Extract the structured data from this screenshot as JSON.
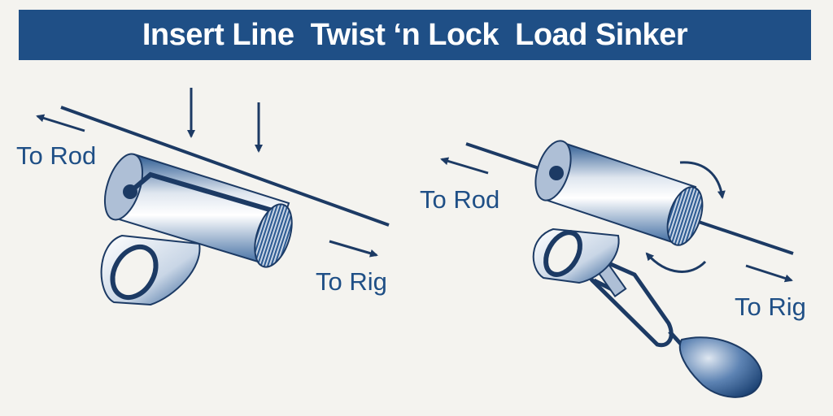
{
  "banner": {
    "title": "Insert Line  Twist ‘n Lock  Load Sinker"
  },
  "panel_left": {
    "label_rod": "To Rod",
    "label_rig": "To Rig"
  },
  "panel_right": {
    "label_rod": "To Rod",
    "label_rig": "To Rig"
  },
  "colors": {
    "brand_blue": "#1f4f86",
    "line_navy": "#1c3a64",
    "background": "#f4f3ef"
  }
}
